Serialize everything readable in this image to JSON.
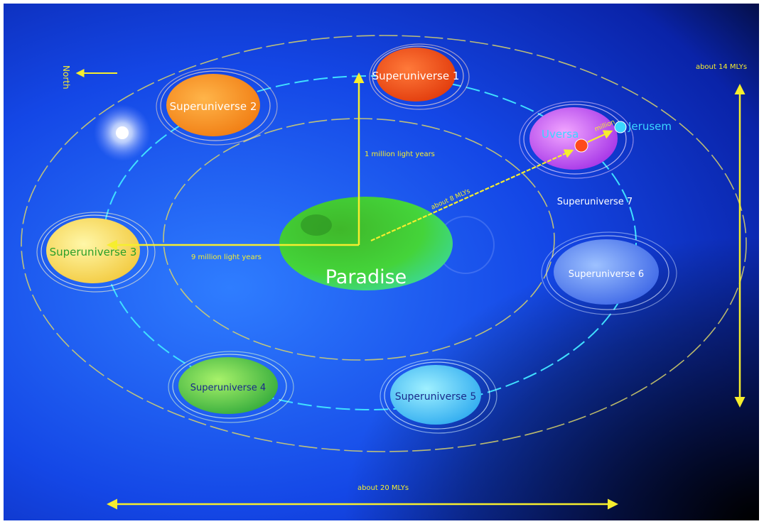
{
  "diagram": {
    "center": {
      "label": "Paradise"
    },
    "superuniverses": [
      {
        "label": "Superuniverse 1",
        "color": "#ff5a14"
      },
      {
        "label": "Superuniverse 2",
        "color": "#ff9a26"
      },
      {
        "label": "Superuniverse 3",
        "color": "#ffe766"
      },
      {
        "label": "Superuniverse 4",
        "color": "#66d44a"
      },
      {
        "label": "Superuniverse 5",
        "color": "#5fd2ff"
      },
      {
        "label": "Superuniverse 6",
        "color": "#5a8cff"
      },
      {
        "label": "Superuniverse 7",
        "color": "#c64dff"
      }
    ],
    "points": {
      "uversa": {
        "label": "Uversa",
        "color": "#ff4a1a"
      },
      "jerusem": {
        "label": "Jerusem",
        "color": "#3ad6ff"
      },
      "between_label": "million"
    },
    "distances": {
      "to_north_sector": "1 million light years",
      "to_sector_3": "9 million light years",
      "to_uversa": "about 8 MLYs"
    },
    "direction": {
      "north": "North"
    },
    "dimensions": {
      "width": "about 20 MLYs",
      "height": "about 14 MLYs"
    },
    "colors": {
      "background_deep": "#041a8f",
      "background_mid": "#1b5bff",
      "orbit_inner": "#d9d36a",
      "orbit_superuniverse": "#40e0ff",
      "arrow_yellow": "#f6ee2e"
    }
  }
}
